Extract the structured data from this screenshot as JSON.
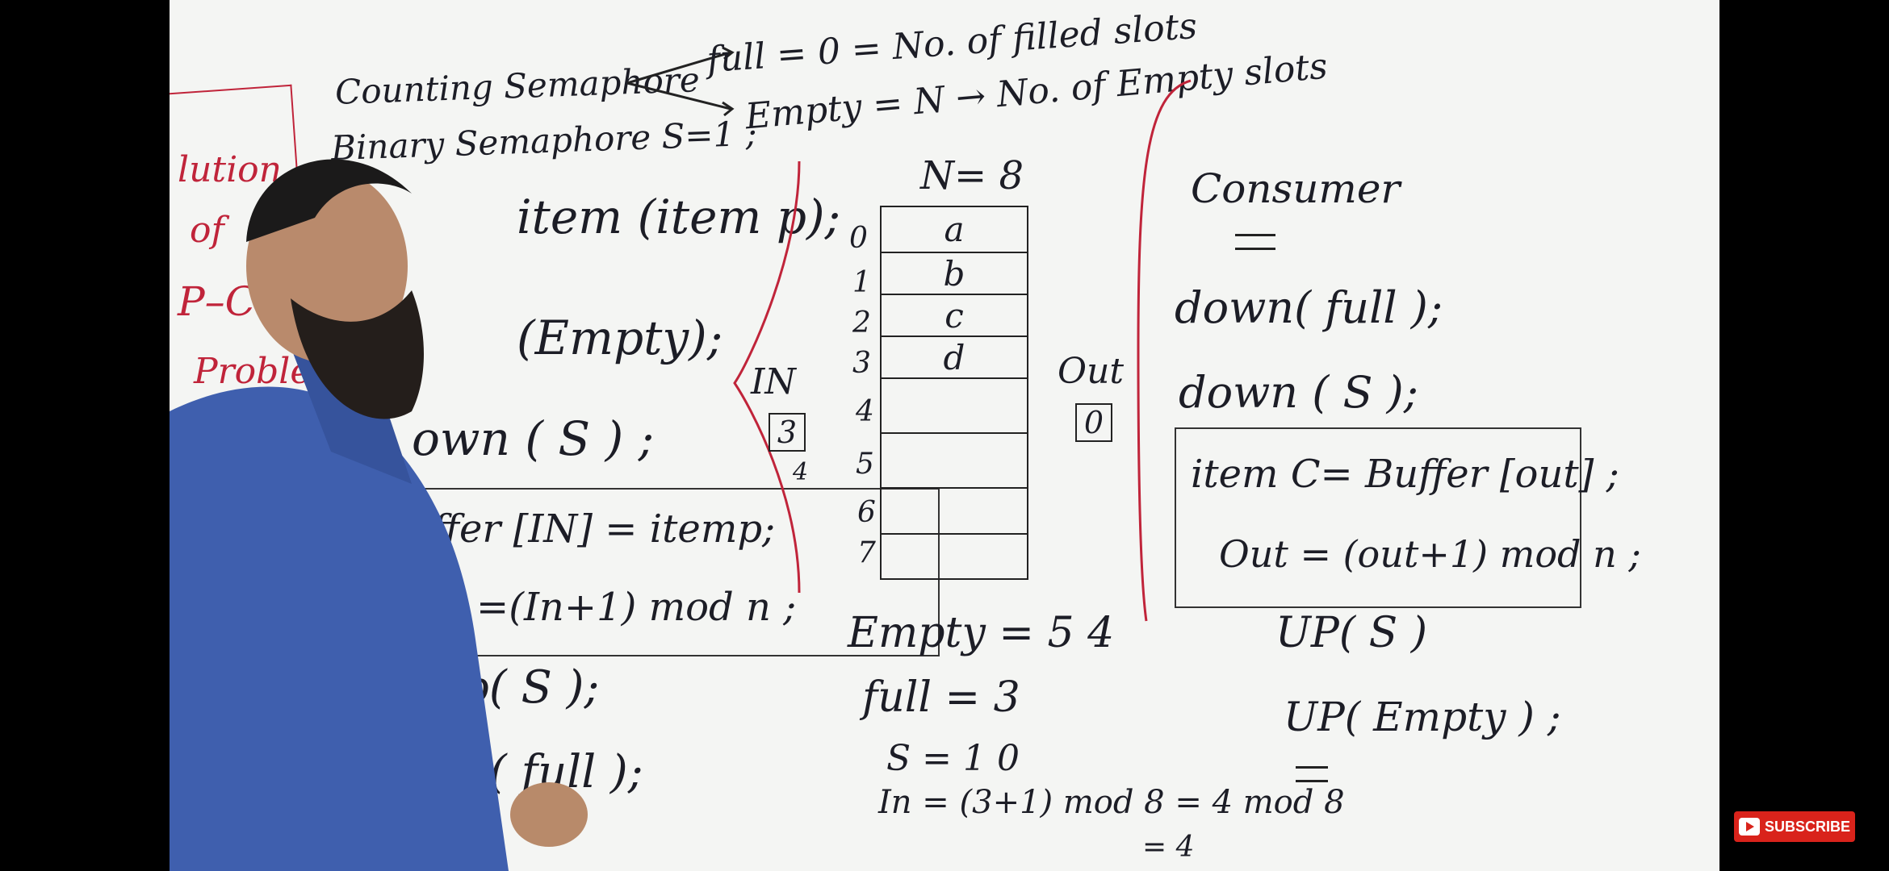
{
  "board": {
    "header": {
      "counting": "Counting Semaphore",
      "full_def": "full = 0 = No. of filled slots",
      "empty_def": "Empty = N → No. of Empty slots",
      "binary": "Binary Semaphore S=1 ;"
    },
    "side_title": [
      "lution",
      "of",
      "P–C",
      "Problem"
    ],
    "producer": {
      "line1": "item (item p);",
      "line2": "(Empty);",
      "line3": "own ( S ) ;",
      "box_line1": "ffer [IN] =  itemp;",
      "box_line2": "=(In+1) mod n ;",
      "line4": "p( S );",
      "line5": "p( full );"
    },
    "buffer": {
      "n_label": "N= 8",
      "indices": [
        "0",
        "1",
        "2",
        "3",
        "4",
        "5",
        "6",
        "7"
      ],
      "slots": [
        "a",
        "b",
        "c",
        "d",
        "",
        "",
        "",
        ""
      ],
      "in_label": "IN",
      "in_value": "3",
      "in_next": "4",
      "out_label": "Out",
      "out_value": "0"
    },
    "calc": {
      "empty": "Empty = 5 4",
      "full": "full = 3",
      "s": "S = 1 0",
      "in": "In = (3+1) mod 8 = 4 mod 8",
      "result": "= 4"
    },
    "consumer": {
      "title": "Consumer",
      "line1": "down( full );",
      "line2": "down ( S );",
      "box_line1": "item C= Buffer [out] ;",
      "box_line2": "Out = (out+1) mod n ;",
      "line3": "UP( S )",
      "line4": "UP( Empty ) ;"
    }
  },
  "subscribe_label": "SUBSCRIBE"
}
